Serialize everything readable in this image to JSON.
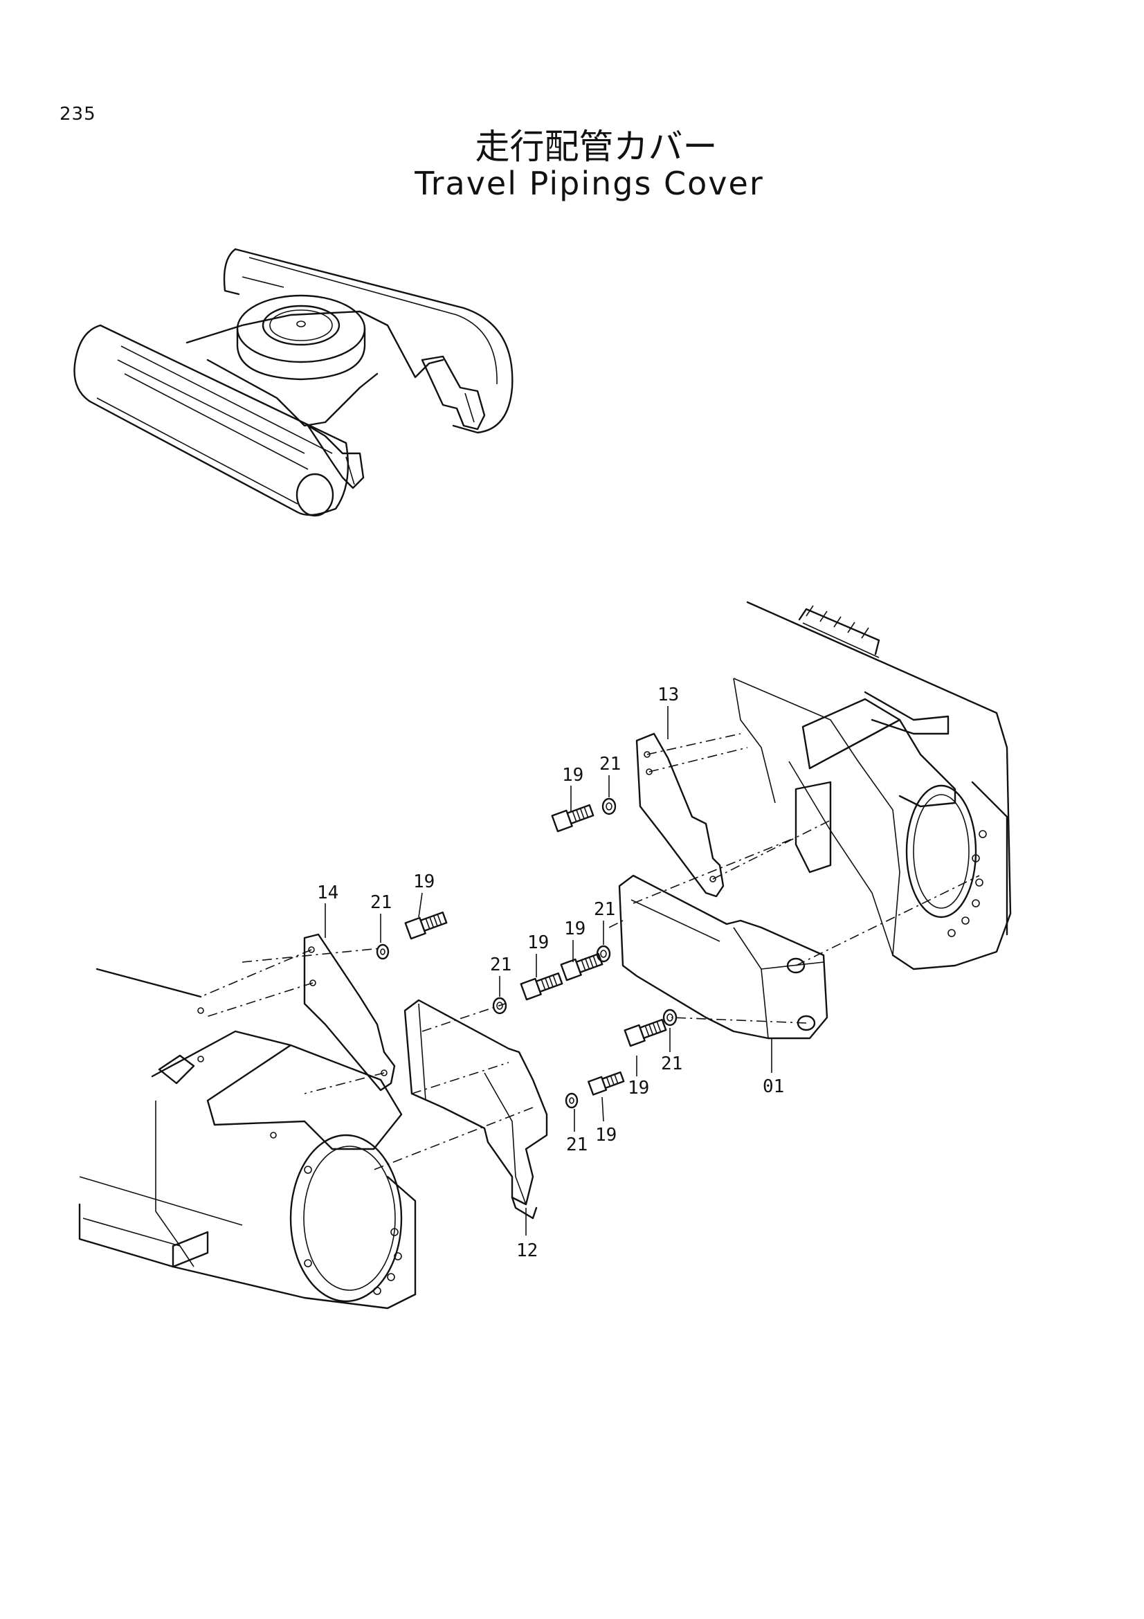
{
  "page": {
    "number": "235"
  },
  "title": {
    "jp": "走行配管カバー",
    "en": "Travel Pipings Cover"
  },
  "callouts": [
    {
      "id": "c13",
      "label": "13"
    },
    {
      "id": "c21a",
      "label": "21"
    },
    {
      "id": "c19a",
      "label": "19"
    },
    {
      "id": "c14",
      "label": "14"
    },
    {
      "id": "c21b",
      "label": "21"
    },
    {
      "id": "c19b",
      "label": "19"
    },
    {
      "id": "c19c",
      "label": "19"
    },
    {
      "id": "c21c",
      "label": "21"
    },
    {
      "id": "c21d",
      "label": "21"
    },
    {
      "id": "c19d",
      "label": "19"
    },
    {
      "id": "c19e",
      "label": "19"
    },
    {
      "id": "c21e",
      "label": "21"
    },
    {
      "id": "c01",
      "label": "01"
    },
    {
      "id": "c21f",
      "label": "21"
    },
    {
      "id": "c19f",
      "label": "19"
    },
    {
      "id": "c12",
      "label": "12"
    }
  ]
}
